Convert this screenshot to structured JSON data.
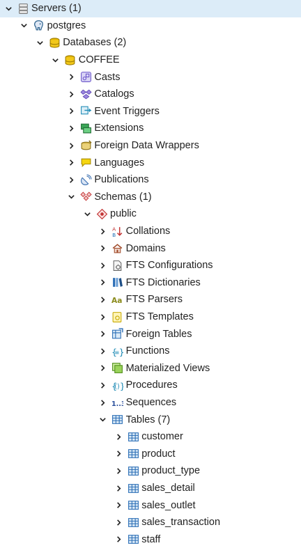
{
  "tree": {
    "nodes": [
      {
        "label": "Servers (1)",
        "depth": 0,
        "expanded": true,
        "icon": "servers-icon"
      },
      {
        "label": "postgres",
        "depth": 1,
        "expanded": true,
        "icon": "postgres-elephant-icon"
      },
      {
        "label": "Databases (2)",
        "depth": 2,
        "expanded": true,
        "icon": "databases-icon"
      },
      {
        "label": "COFFEE",
        "depth": 3,
        "expanded": true,
        "icon": "database-icon"
      },
      {
        "label": "Casts",
        "depth": 4,
        "expanded": false,
        "icon": "casts-icon"
      },
      {
        "label": "Catalogs",
        "depth": 4,
        "expanded": false,
        "icon": "catalogs-icon"
      },
      {
        "label": "Event Triggers",
        "depth": 4,
        "expanded": false,
        "icon": "event-triggers-icon"
      },
      {
        "label": "Extensions",
        "depth": 4,
        "expanded": false,
        "icon": "extensions-icon"
      },
      {
        "label": "Foreign Data Wrappers",
        "depth": 4,
        "expanded": false,
        "icon": "foreign-data-wrappers-icon"
      },
      {
        "label": "Languages",
        "depth": 4,
        "expanded": false,
        "icon": "languages-icon"
      },
      {
        "label": "Publications",
        "depth": 4,
        "expanded": false,
        "icon": "publications-icon"
      },
      {
        "label": "Schemas (1)",
        "depth": 4,
        "expanded": true,
        "icon": "schemas-icon"
      },
      {
        "label": "public",
        "depth": 5,
        "expanded": true,
        "icon": "schema-icon"
      },
      {
        "label": "Collations",
        "depth": 6,
        "expanded": false,
        "icon": "collations-icon"
      },
      {
        "label": "Domains",
        "depth": 6,
        "expanded": false,
        "icon": "domains-icon"
      },
      {
        "label": "FTS Configurations",
        "depth": 6,
        "expanded": false,
        "icon": "fts-configurations-icon"
      },
      {
        "label": "FTS Dictionaries",
        "depth": 6,
        "expanded": false,
        "icon": "fts-dictionaries-icon"
      },
      {
        "label": "FTS Parsers",
        "depth": 6,
        "expanded": false,
        "icon": "fts-parsers-icon"
      },
      {
        "label": "FTS Templates",
        "depth": 6,
        "expanded": false,
        "icon": "fts-templates-icon"
      },
      {
        "label": "Foreign Tables",
        "depth": 6,
        "expanded": false,
        "icon": "foreign-tables-icon"
      },
      {
        "label": "Functions",
        "depth": 6,
        "expanded": false,
        "icon": "functions-icon"
      },
      {
        "label": "Materialized Views",
        "depth": 6,
        "expanded": false,
        "icon": "materialized-views-icon"
      },
      {
        "label": "Procedures",
        "depth": 6,
        "expanded": false,
        "icon": "procedures-icon"
      },
      {
        "label": "Sequences",
        "depth": 6,
        "expanded": false,
        "icon": "sequences-icon"
      },
      {
        "label": "Tables (7)",
        "depth": 6,
        "expanded": true,
        "icon": "tables-icon"
      },
      {
        "label": "customer",
        "depth": 7,
        "expanded": false,
        "icon": "table-icon"
      },
      {
        "label": "product",
        "depth": 7,
        "expanded": false,
        "icon": "table-icon"
      },
      {
        "label": "product_type",
        "depth": 7,
        "expanded": false,
        "icon": "table-icon"
      },
      {
        "label": "sales_detail",
        "depth": 7,
        "expanded": false,
        "icon": "table-icon"
      },
      {
        "label": "sales_outlet",
        "depth": 7,
        "expanded": false,
        "icon": "table-icon"
      },
      {
        "label": "sales_transaction",
        "depth": 7,
        "expanded": false,
        "icon": "table-icon"
      },
      {
        "label": "staff",
        "depth": 7,
        "expanded": false,
        "icon": "table-icon"
      }
    ]
  }
}
